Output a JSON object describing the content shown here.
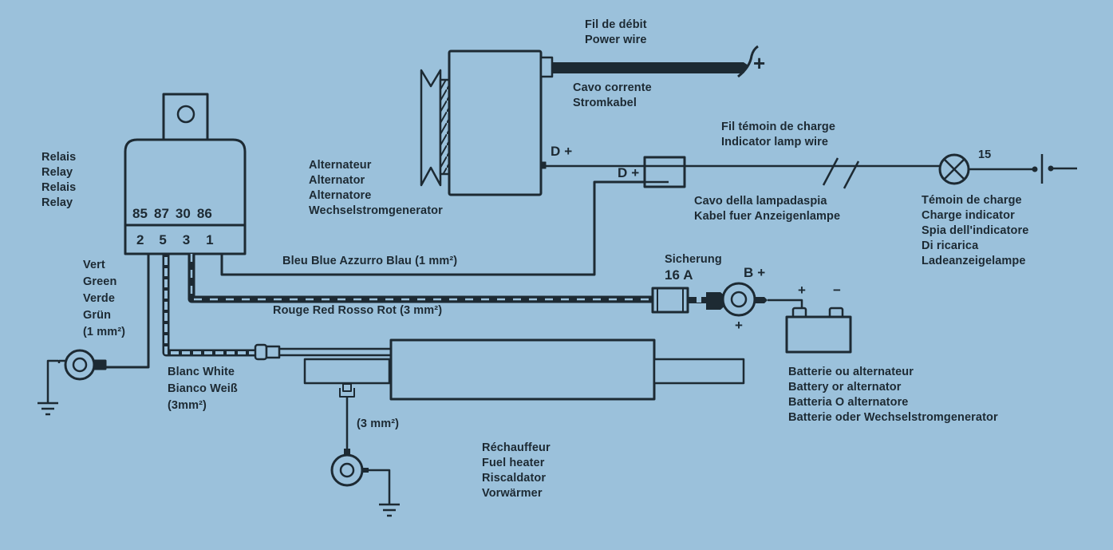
{
  "colors": {
    "background": "#9bc1db",
    "ink": "#1d2a33"
  },
  "relay": {
    "labels": [
      "Relais",
      "Relay",
      "Relais",
      "Relay"
    ],
    "pins_top": [
      "85",
      "87",
      "30",
      "86"
    ],
    "pins_bottom": [
      "2",
      "5",
      "3",
      "1"
    ]
  },
  "green_wire": {
    "labels": [
      "Vert",
      "Green",
      "Verde",
      "Grün",
      "(1 mm²)"
    ]
  },
  "white_wire": {
    "labels": [
      "Blanc White",
      "Bianco Weiß",
      "(3mm²)"
    ]
  },
  "blue_wire": {
    "label": "Bleu Blue Azzurro Blau (1 mm²)"
  },
  "red_wire": {
    "label": "Rouge Red Rosso Rot (3 mm²)"
  },
  "alternator": {
    "labels": [
      "Alternateur",
      "Alternator",
      "Alternatore",
      "Wechselstromgenerator"
    ],
    "terminal": "D +",
    "connector_terminal": "D +"
  },
  "power_wire": {
    "labels_top": [
      "Fil de débit",
      "Power wire"
    ],
    "labels_bottom": [
      "Cavo corrente",
      "Stromkabel"
    ],
    "polarity": "+"
  },
  "indicator_wire": {
    "labels_top": [
      "Fil témoin de charge",
      "Indicator lamp wire"
    ],
    "labels_bottom": [
      "Cavo della lampadaspia",
      "Kabel fuer Anzeigenlampe"
    ]
  },
  "charge_indicator": {
    "terminal": "15",
    "labels": [
      "Témoin de charge",
      "Charge indicator",
      "Spia dell'indicatore",
      "Di ricarica",
      "Ladeanzeigelampe"
    ]
  },
  "fuse": {
    "labels": [
      "Sicherung",
      "16 A"
    ]
  },
  "battery_terminal": {
    "label": "B +",
    "polarity_below": "+"
  },
  "battery": {
    "plus": "+",
    "minus": "−",
    "labels": [
      "Batterie ou alternateur",
      "Battery or alternator",
      "Batteria O alternatore",
      "Batterie oder Wechselstromgenerator"
    ]
  },
  "heater": {
    "ground_wire_label": "(3 mm²)",
    "polarity": "+",
    "labels": [
      "Réchauffeur",
      "Fuel heater",
      "Riscaldator",
      "Vorwärmer"
    ]
  }
}
